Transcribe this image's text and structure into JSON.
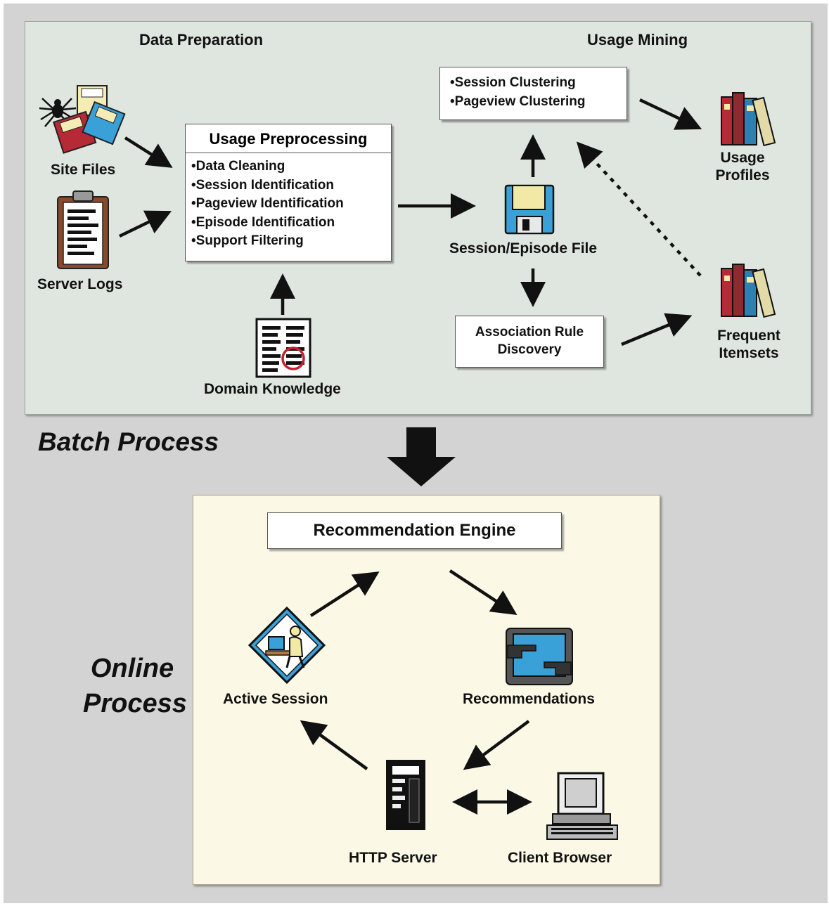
{
  "batch": {
    "title": "Batch Process",
    "data_preparation": "Data Preparation",
    "usage_mining": "Usage Mining",
    "site_files": "Site Files",
    "server_logs": "Server Logs",
    "domain_knowledge": "Domain Knowledge",
    "preprocessing": {
      "title": "Usage Preprocessing",
      "items": [
        "Data Cleaning",
        "Session Identification",
        "Pageview Identification",
        "Episode Identification",
        "Support Filtering"
      ]
    },
    "session_file": "Session/Episode File",
    "clustering": {
      "items": [
        "Session Clustering",
        "Pageview Clustering"
      ]
    },
    "association": {
      "line1": "Association Rule",
      "line2": "Discovery"
    },
    "usage_profiles": {
      "line1": "Usage",
      "line2": "Profiles"
    },
    "frequent_itemsets": {
      "line1": "Frequent",
      "line2": "Itemsets"
    }
  },
  "online": {
    "title_line1": "Online",
    "title_line2": "Process",
    "engine": "Recommendation Engine",
    "active_session": "Active Session",
    "recommendations": "Recommendations",
    "http_server": "HTTP Server",
    "client_browser": "Client Browser"
  },
  "colors": {
    "batch_panel": "#dfe6df",
    "online_panel": "#fbf9e6",
    "background": "#d3d3d3",
    "accent_blue": "#3aa0d8",
    "accent_yellow": "#f3e9a6",
    "accent_red": "#b52a36"
  }
}
